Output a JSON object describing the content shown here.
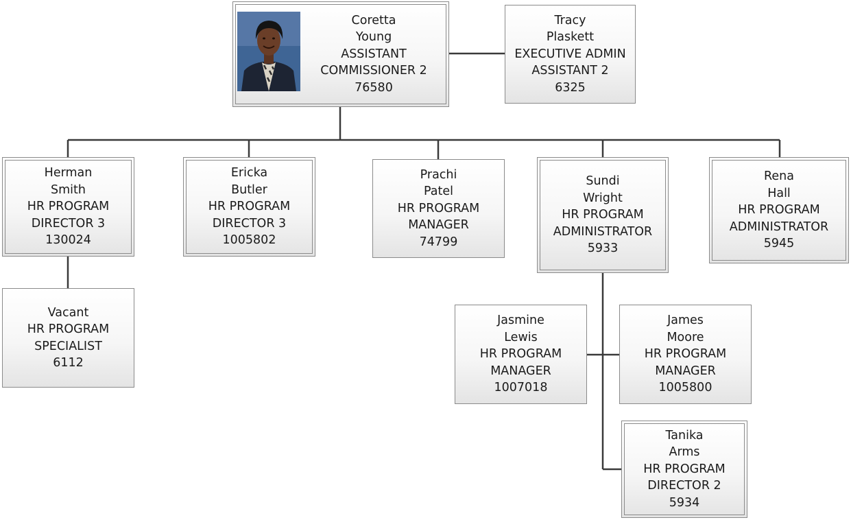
{
  "nodes": {
    "coretta": {
      "first": "Coretta",
      "last": "Young",
      "title1": "ASSISTANT",
      "title2": "COMMISSIONER 2",
      "id": "76580"
    },
    "tracy": {
      "first": "Tracy",
      "last": "Plaskett",
      "title1": "EXECUTIVE ADMIN",
      "title2": "ASSISTANT 2",
      "id": "6325"
    },
    "herman": {
      "first": "Herman",
      "last": "Smith",
      "title1": "HR PROGRAM",
      "title2": "DIRECTOR 3",
      "id": "130024"
    },
    "ericka": {
      "first": "Ericka",
      "last": "Butler",
      "title1": "HR PROGRAM",
      "title2": "DIRECTOR 3",
      "id": "1005802"
    },
    "prachi": {
      "first": "Prachi",
      "last": "Patel",
      "title1": "HR PROGRAM",
      "title2": "MANAGER",
      "id": "74799"
    },
    "sundi": {
      "first": "Sundi",
      "last": "Wright",
      "title1": "HR PROGRAM",
      "title2": "ADMINISTRATOR",
      "id": "5933"
    },
    "rena": {
      "first": "Rena",
      "last": "Hall",
      "title1": "HR PROGRAM",
      "title2": "ADMINISTRATOR",
      "id": "5945"
    },
    "vacant": {
      "first": "Vacant",
      "title1": "HR PROGRAM",
      "title2": "SPECIALIST",
      "id": "6112"
    },
    "jasmine": {
      "first": "Jasmine",
      "last": "Lewis",
      "title1": "HR PROGRAM",
      "title2": "MANAGER",
      "id": "1007018"
    },
    "james": {
      "first": "James",
      "last": "Moore",
      "title1": "HR PROGRAM",
      "title2": "MANAGER",
      "id": "1005800"
    },
    "tanika": {
      "first": "Tanika",
      "last": "Arms",
      "title1": "HR PROGRAM",
      "title2": "DIRECTOR 2",
      "id": "5934"
    }
  },
  "colors": {
    "line": "#3a3a3a",
    "border": "#8a8a8a",
    "photo_background": "#3f6595"
  }
}
